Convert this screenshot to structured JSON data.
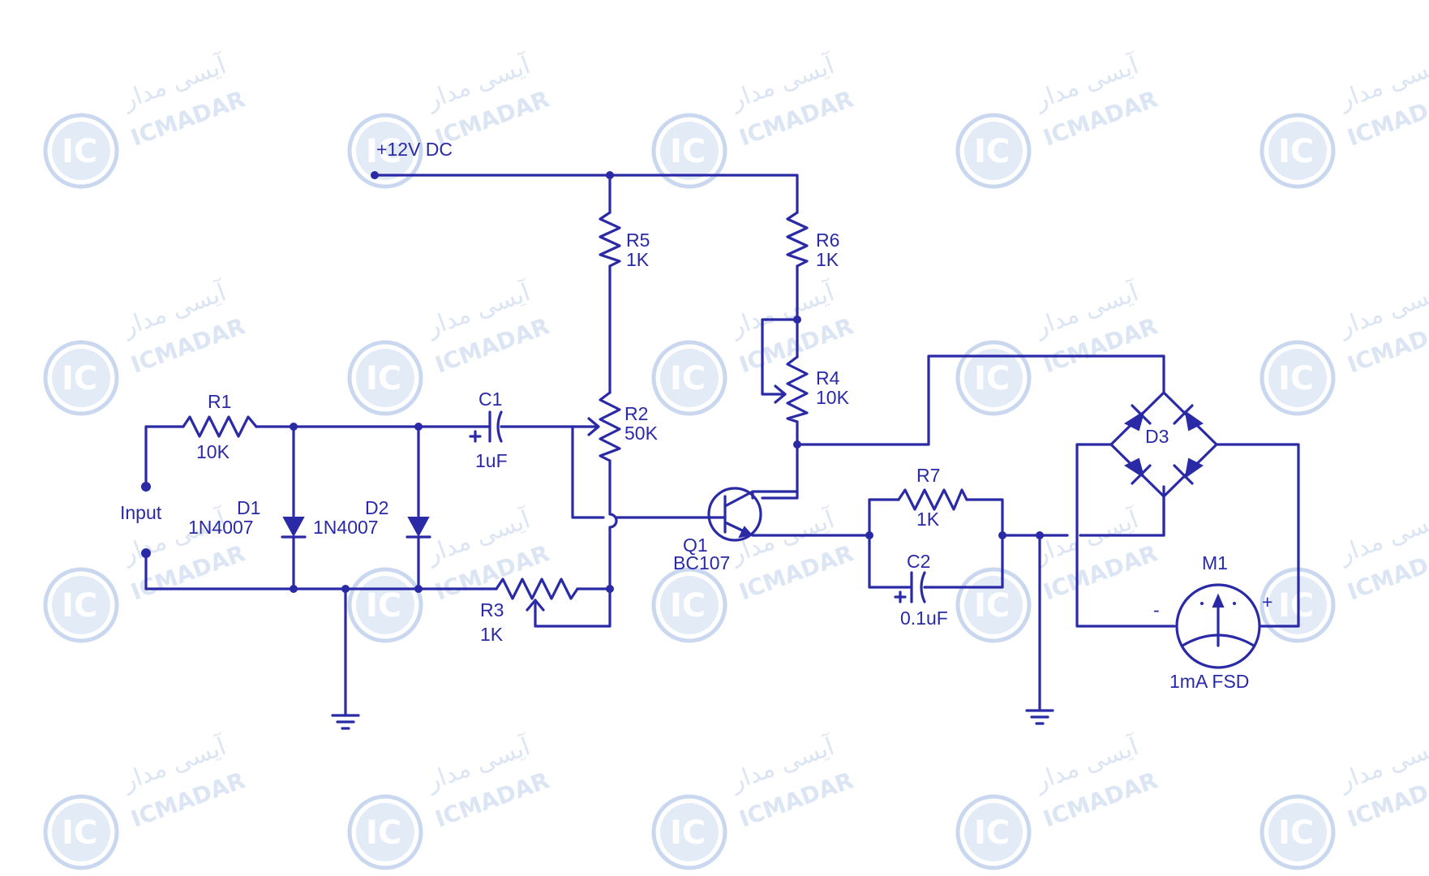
{
  "watermark": {
    "brand_latin": "ICMADAR",
    "brand_farsi": "آیسی مدار",
    "logo_text": "IC"
  },
  "supply": {
    "label": "+12V DC"
  },
  "input": {
    "label": "Input"
  },
  "components": {
    "R1": {
      "ref": "R1",
      "value": "10K"
    },
    "R2": {
      "ref": "R2",
      "value": "50K"
    },
    "R3": {
      "ref": "R3",
      "value": "1K"
    },
    "R4": {
      "ref": "R4",
      "value": "10K"
    },
    "R5": {
      "ref": "R5",
      "value": "1K"
    },
    "R6": {
      "ref": "R6",
      "value": "1K"
    },
    "R7": {
      "ref": "R7",
      "value": "1K"
    },
    "C1": {
      "ref": "C1",
      "value": "1uF"
    },
    "C2": {
      "ref": "C2",
      "value": "0.1uF"
    },
    "D1": {
      "ref": "D1",
      "value": "1N4007"
    },
    "D2": {
      "ref": "D2",
      "value": "1N4007"
    },
    "D3": {
      "ref": "D3"
    },
    "Q1": {
      "ref": "Q1",
      "value": "BC107"
    },
    "M1": {
      "ref": "M1",
      "value": "1mA FSD",
      "minus": "-",
      "plus": "+"
    }
  },
  "colors": {
    "ink": "#2a2aa6",
    "watermark": "#c9d8ef"
  }
}
